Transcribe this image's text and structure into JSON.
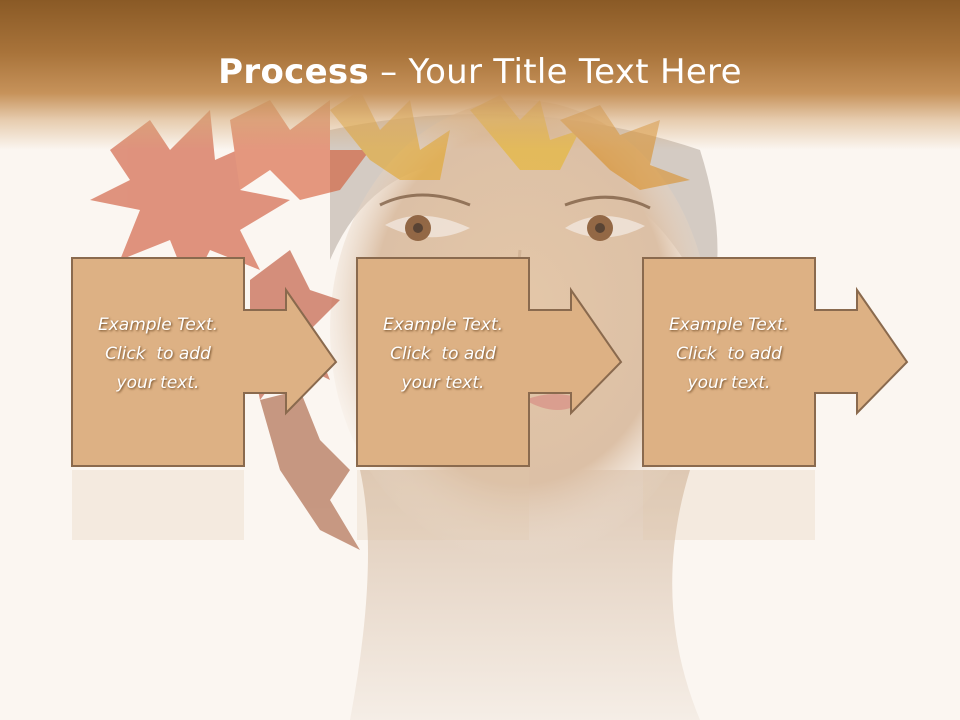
{
  "slide": {
    "title_bold": "Process",
    "title_rest": " – Your Title Text Here"
  },
  "steps": [
    {
      "line1": "Example Text.",
      "line2": "Click  to add",
      "line3": "your text."
    },
    {
      "line1": "Example Text.",
      "line2": "Click  to add",
      "line3": "your text."
    },
    {
      "line1": "Example Text.",
      "line2": "Click  to add",
      "line3": "your text."
    }
  ],
  "colors": {
    "title_bar": "#a8733a",
    "box_fill": "#ddb184",
    "box_border": "#8a6a4e",
    "text": "#ffffff"
  },
  "background_image": "faded portrait of woman with autumn maple leaves in hair"
}
